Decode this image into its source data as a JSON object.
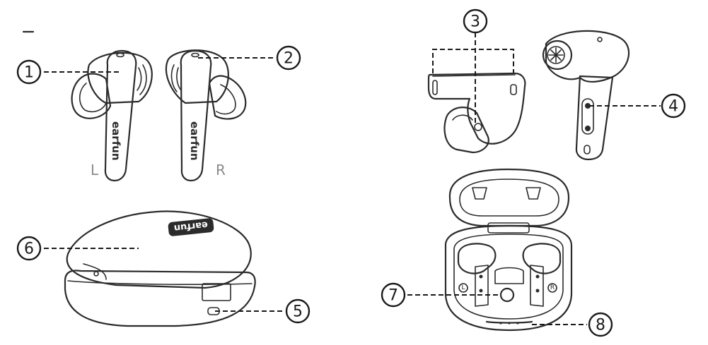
{
  "brand_text": "earfun",
  "side_labels": {
    "left": "L",
    "right": "R"
  },
  "case_labels": {
    "left": "L",
    "right": "R"
  },
  "callouts": [
    "1",
    "2",
    "3",
    "4",
    "5",
    "6",
    "7",
    "8"
  ]
}
